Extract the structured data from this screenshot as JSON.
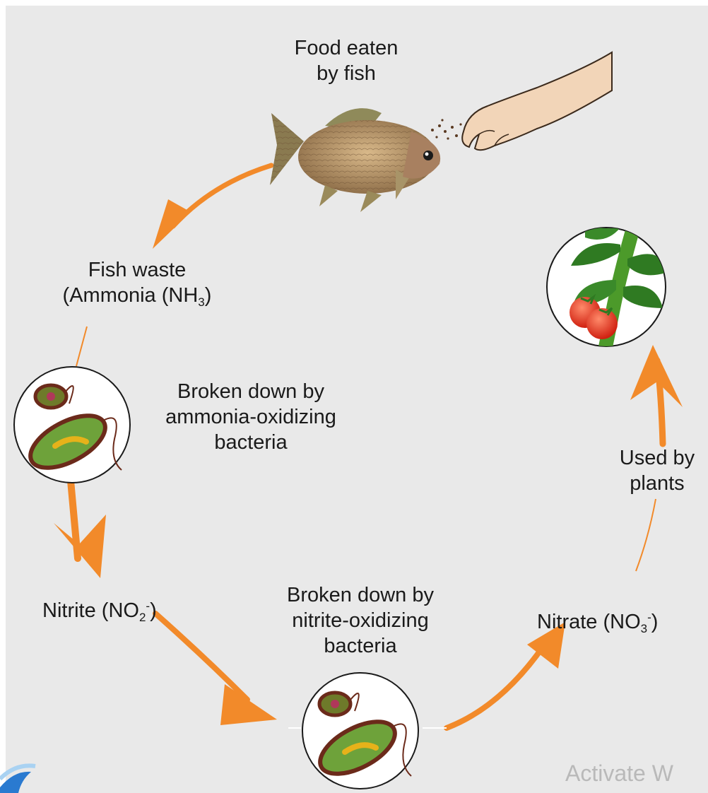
{
  "labels": {
    "food": [
      "Food eaten",
      "by fish"
    ],
    "fish_waste": [
      "Fish waste",
      "(Ammonia (NH",
      "3",
      ")"
    ],
    "ammonia_bacteria": [
      "Broken down by",
      "ammonia-oxidizing",
      "bacteria"
    ],
    "nitrite": [
      "Nitrite (NO",
      "2",
      "-",
      ")"
    ],
    "nitrite_bacteria": [
      "Broken down by",
      "nitrite-oxidizing",
      "bacteria"
    ],
    "nitrate": [
      "Nitrate (NO",
      "3",
      "-",
      ")"
    ],
    "used_by_plants": [
      "Used by",
      "plants"
    ]
  },
  "watermark": "Activate W",
  "colors": {
    "background": "#e9e9e9",
    "arrow": "#f28a2a",
    "text": "#1a1a1a"
  },
  "icons": [
    "fish-icon",
    "hand-icon",
    "bacteria-icon",
    "tomato-plant-icon"
  ]
}
